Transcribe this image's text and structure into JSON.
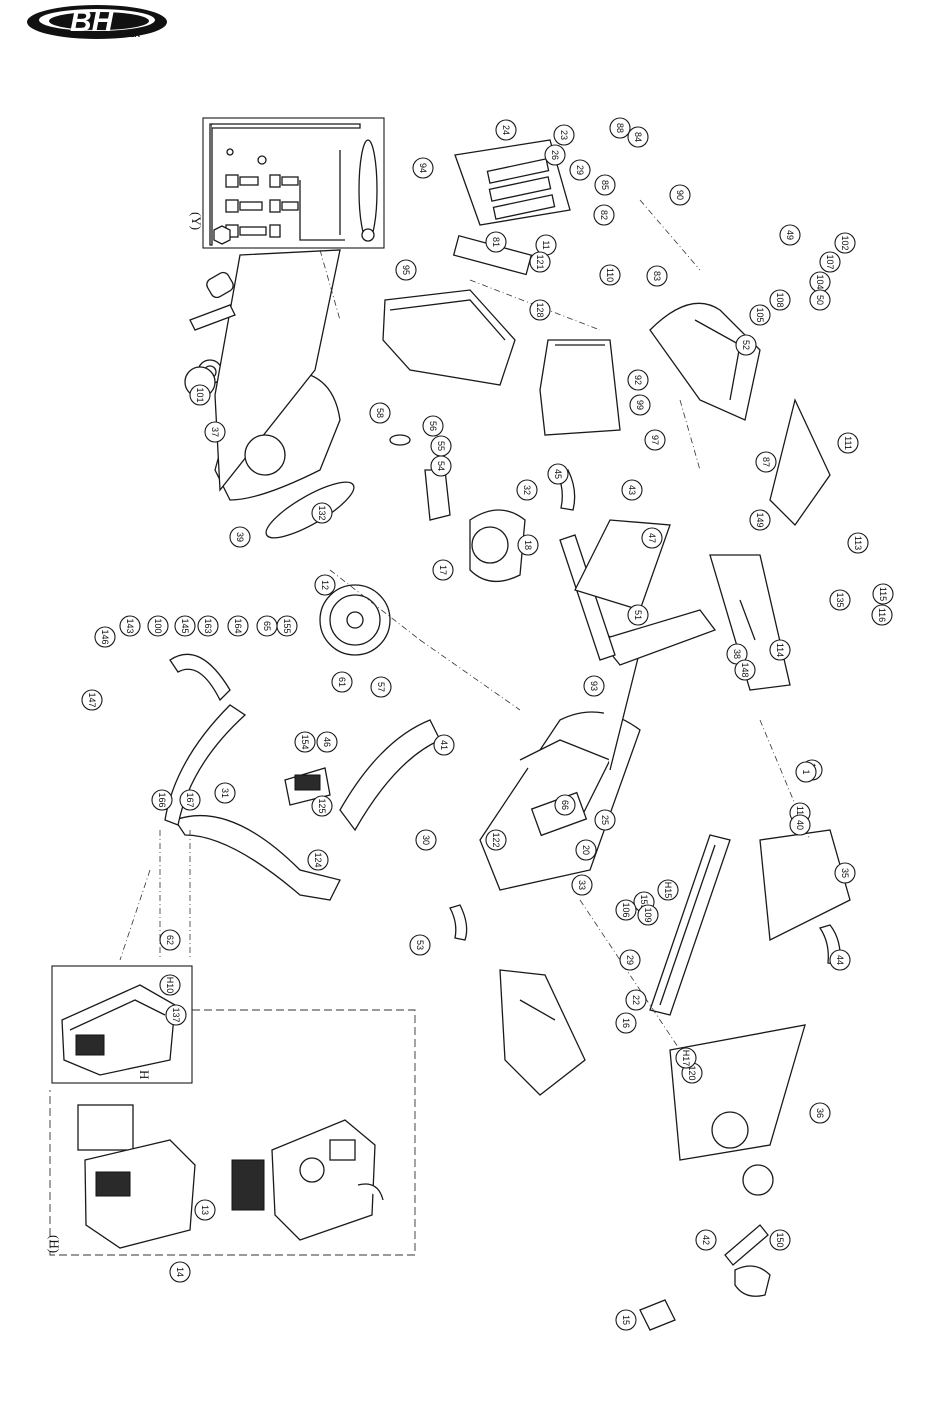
{
  "brand": {
    "logo_text": "BH",
    "tagline": "HI POWER"
  },
  "groups": {
    "tools_label": "(Y)",
    "console_label": "(H)",
    "console_sub_label": "H"
  },
  "callouts": [
    "94",
    "24",
    "23",
    "88",
    "84",
    "29",
    "85",
    "90",
    "11",
    "128",
    "26",
    "82",
    "105",
    "83",
    "92",
    "110",
    "121",
    "81",
    "95",
    "18",
    "37",
    "41",
    "58",
    "56",
    "55",
    "54",
    "32",
    "57",
    "39",
    "12",
    "17",
    "31",
    "61",
    "53",
    "143",
    "100",
    "145",
    "163",
    "164",
    "65",
    "155",
    "154",
    "46",
    "45",
    "43",
    "47",
    "93",
    "99",
    "97",
    "113",
    "115",
    "116",
    "114",
    "117",
    "119",
    "120",
    "36",
    "38",
    "135",
    "1",
    "14",
    "166",
    "167",
    "125",
    "124",
    "62",
    "122",
    "35",
    "40",
    "44",
    "33",
    "111",
    "146",
    "147",
    "148",
    "149",
    "87",
    "52",
    "30",
    "25",
    "20",
    "22",
    "159",
    "102",
    "108",
    "109",
    "106",
    "107",
    "104",
    "50",
    "49",
    "H15",
    "H17",
    "H10",
    "137",
    "13",
    "15",
    "42",
    "150",
    "101",
    "51",
    "16",
    "29",
    "132",
    "66"
  ],
  "colors": {
    "line": "#1a1a1a",
    "logo_dark": "#111111"
  }
}
